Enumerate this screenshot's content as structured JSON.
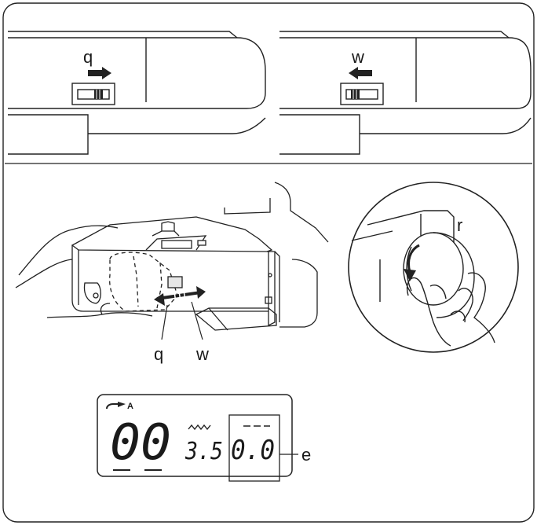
{
  "figure": {
    "panel_left": {
      "label": "q",
      "arrow_direction": "right"
    },
    "panel_right": {
      "label": "w",
      "arrow_direction": "left"
    },
    "machine": {
      "label_left": "q",
      "label_right": "w"
    },
    "handwheel": {
      "label": "r"
    },
    "display": {
      "pattern_number": "00",
      "width_value": "3.5",
      "length_value": "0.0",
      "mode_letter": "A",
      "callout_label": "e"
    }
  }
}
